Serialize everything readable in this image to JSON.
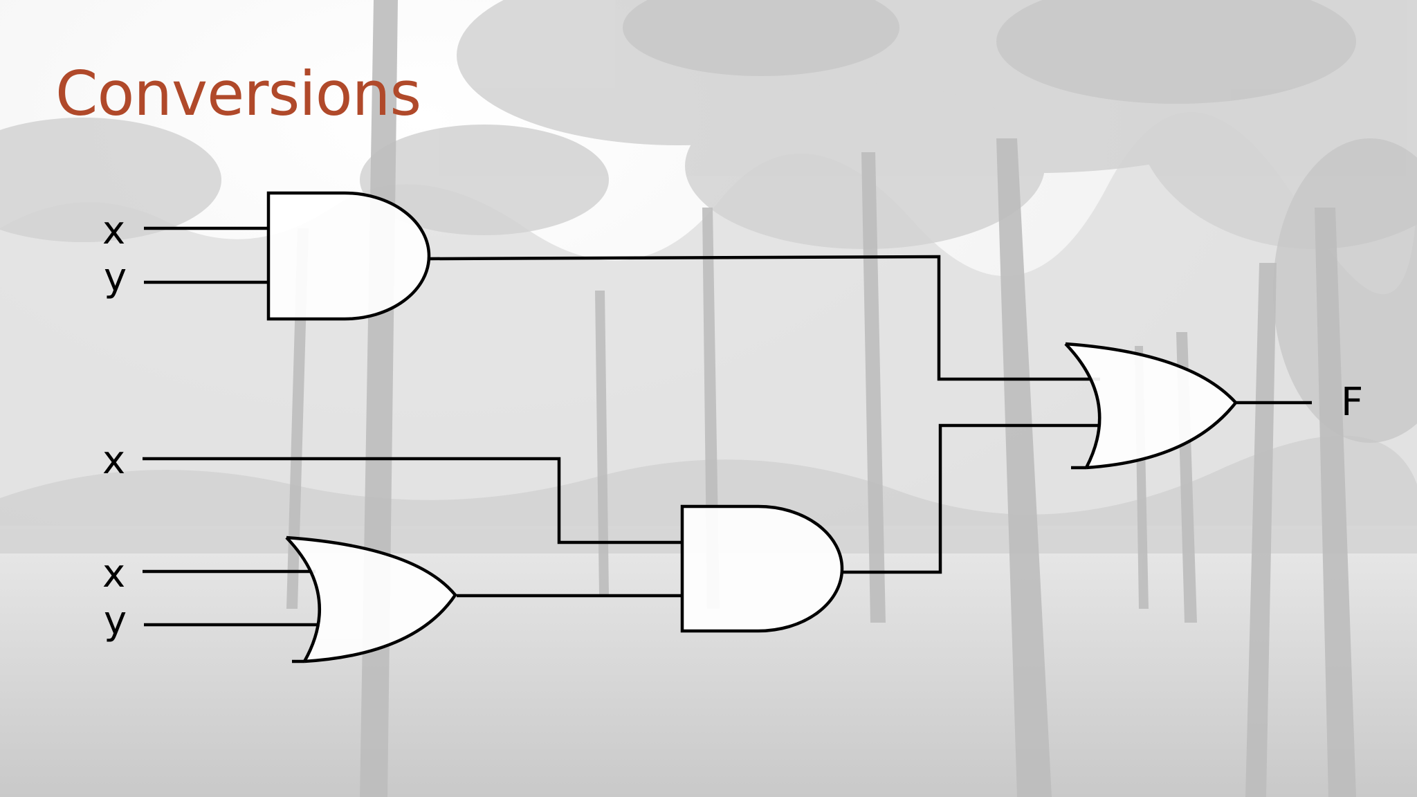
{
  "slide": {
    "title": "Conversions",
    "title_color": "#b0492a",
    "background": "grayscale photograph of palm trees, heavily faded"
  },
  "circuit": {
    "inputs": [
      {
        "id": "in1",
        "label": "x"
      },
      {
        "id": "in2",
        "label": "y"
      },
      {
        "id": "in3",
        "label": "x"
      },
      {
        "id": "in4",
        "label": "x"
      },
      {
        "id": "in5",
        "label": "y"
      }
    ],
    "output": {
      "id": "out",
      "label": "F"
    },
    "gates": [
      {
        "id": "and1",
        "type": "AND",
        "inputs": [
          "in1",
          "in2"
        ]
      },
      {
        "id": "or1",
        "type": "OR",
        "inputs": [
          "in4",
          "in5"
        ]
      },
      {
        "id": "and2",
        "type": "AND",
        "inputs": [
          "in3",
          "or1"
        ]
      },
      {
        "id": "or2",
        "type": "OR",
        "inputs": [
          "and1",
          "and2"
        ],
        "output": "out"
      }
    ]
  }
}
